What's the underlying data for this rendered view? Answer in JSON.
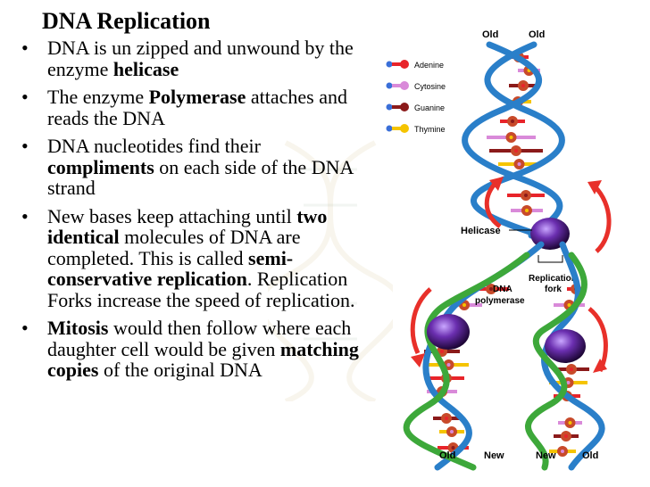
{
  "slide": {
    "title": "DNA Replication",
    "bullets": [
      {
        "runs": [
          {
            "text": "DNA is un zipped and unwound by the enzyme ",
            "bold": false
          },
          {
            "text": "helicase",
            "bold": true
          }
        ]
      },
      {
        "runs": [
          {
            "text": "The enzyme ",
            "bold": false
          },
          {
            "text": "Polymerase",
            "bold": true
          },
          {
            "text": " attaches and reads the DNA",
            "bold": false
          }
        ]
      },
      {
        "runs": [
          {
            "text": "DNA nucleotides find their ",
            "bold": false
          },
          {
            "text": "compliments",
            "bold": true
          },
          {
            "text": " on each side of the DNA strand",
            "bold": false
          }
        ]
      },
      {
        "runs": [
          {
            "text": "New bases keep attaching until ",
            "bold": false
          },
          {
            "text": "two identical",
            "bold": true
          },
          {
            "text": " molecules of DNA are completed.  This is called ",
            "bold": false
          },
          {
            "text": "semi-conservative replication",
            "bold": true
          },
          {
            "text": ".  Replication Forks increase the speed of replication.",
            "bold": false
          }
        ]
      },
      {
        "runs": [
          {
            "text": "Mitosis",
            "bold": true
          },
          {
            "text": " would then follow where each daughter cell would be given ",
            "bold": false
          },
          {
            "text": "matching copies",
            "bold": true
          },
          {
            "text": " of the original DNA",
            "bold": false
          }
        ]
      }
    ]
  },
  "diagram": {
    "legend": [
      {
        "label": "Adenine",
        "color": "#e8242a"
      },
      {
        "label": "Cytosine",
        "color": "#d98ad9"
      },
      {
        "label": "Guanine",
        "color": "#8b1a1a"
      },
      {
        "label": "Thymine",
        "color": "#f5c400"
      }
    ],
    "strand_labels": {
      "top_left": "Old",
      "top_right": "Old",
      "bottom": [
        "Old",
        "New",
        "New",
        "Old"
      ]
    },
    "helicase_label": "Helicase",
    "fork_label_line1": "Replication",
    "fork_label_line2": "fork",
    "polymerase_label_line1": "DNA",
    "polymerase_label_line2": "polymerase",
    "colors": {
      "old_strand": "#2a7fc9",
      "new_strand": "#3da83a",
      "enzyme": "#5a2a8a",
      "arrow": "#e8302a"
    }
  }
}
